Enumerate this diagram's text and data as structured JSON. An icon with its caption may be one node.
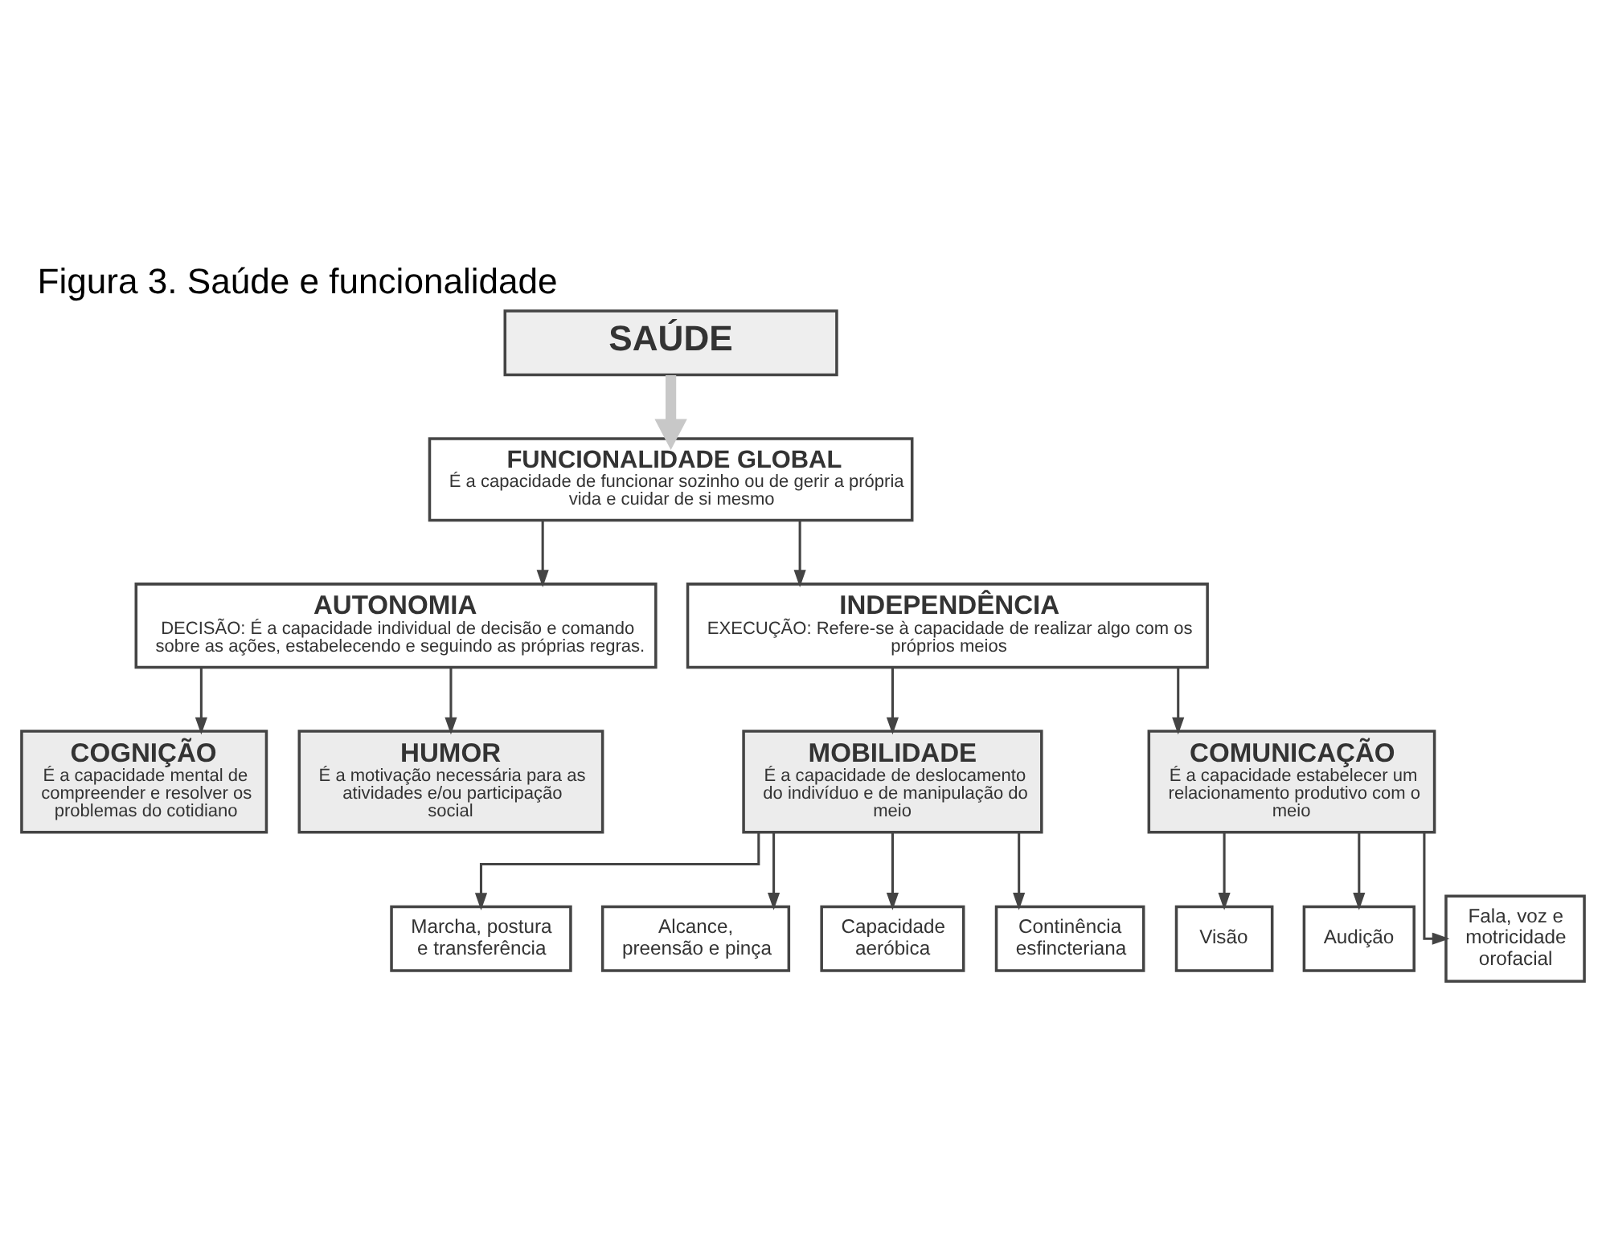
{
  "diagram": {
    "title": "Figura 3. Saúde e funcionalidade",
    "nodes": [
      {
        "text": [
          "SAÚDE"
        ]
      },
      {
        "text": [
          "FUNCIONALIDADE GLOBAL",
          "É a capacidade de funcionar sozinho ou de gerir a própria vida e cuidar de si mesmo"
        ]
      },
      {
        "text": [
          "AUTONOMIA",
          "DECISÃO: É a capacidade individual de decisão e comando sobre as ações, estabelecendo e seguindo as próprias regras."
        ]
      },
      {
        "text": [
          "INDEPENDÊNCIA",
          "EXECUÇÃO: Refere-se à capacidade de realizar algo com os próprios meios"
        ]
      },
      {
        "text": [
          "COGNIÇÃO",
          "É a capacidade mental de compreender e resolver os problemas do cotidiano"
        ]
      },
      {
        "text": [
          "HUMOR",
          "É a motivação necessária para as atividades e/ou participação social"
        ]
      },
      {
        "text": [
          "MOBILIDADE",
          "É a capacidade de deslocamento do indivíduo e de manipulação do meio"
        ]
      },
      {
        "text": [
          "COMUNICAÇÃO",
          "É a capacidade estabelecer um relacionamento produtivo com o meio"
        ]
      },
      {
        "text": [
          "Marcha, postura e transferência"
        ]
      },
      {
        "text": [
          "Alcance, preensão e pinça"
        ]
      },
      {
        "text": [
          "Capacidade aeróbica"
        ]
      },
      {
        "text": [
          "Continência esfincteriana"
        ]
      },
      {
        "text": [
          "Visão"
        ]
      },
      {
        "text": [
          "Audição"
        ]
      },
      {
        "text": [
          "Fala, voz e motricidade orofacial"
        ]
      }
    ],
    "edges": [
      {
        "from": 0,
        "to": 1,
        "arrow": "to",
        "style": "thick",
        "color": "#c8c8c8"
      },
      {
        "from": 1,
        "to": 2,
        "arrow": "to"
      },
      {
        "from": 1,
        "to": 3,
        "arrow": "to"
      },
      {
        "from": 2,
        "to": 4,
        "arrow": "to"
      },
      {
        "from": 2,
        "to": 5,
        "arrow": "to"
      },
      {
        "from": 3,
        "to": 6,
        "arrow": "to"
      },
      {
        "from": 3,
        "to": 7,
        "arrow": "to"
      },
      {
        "from": 6,
        "to": 8,
        "arrow": "to"
      },
      {
        "from": 6,
        "to": 9,
        "arrow": "to"
      },
      {
        "from": 6,
        "to": 10,
        "arrow": "to"
      },
      {
        "from": 6,
        "to": 11,
        "arrow": "to"
      },
      {
        "from": 7,
        "to": 12,
        "arrow": "to"
      },
      {
        "from": 7,
        "to": 13,
        "arrow": "to"
      },
      {
        "from": 7,
        "to": 14,
        "arrow": "to"
      }
    ]
  }
}
